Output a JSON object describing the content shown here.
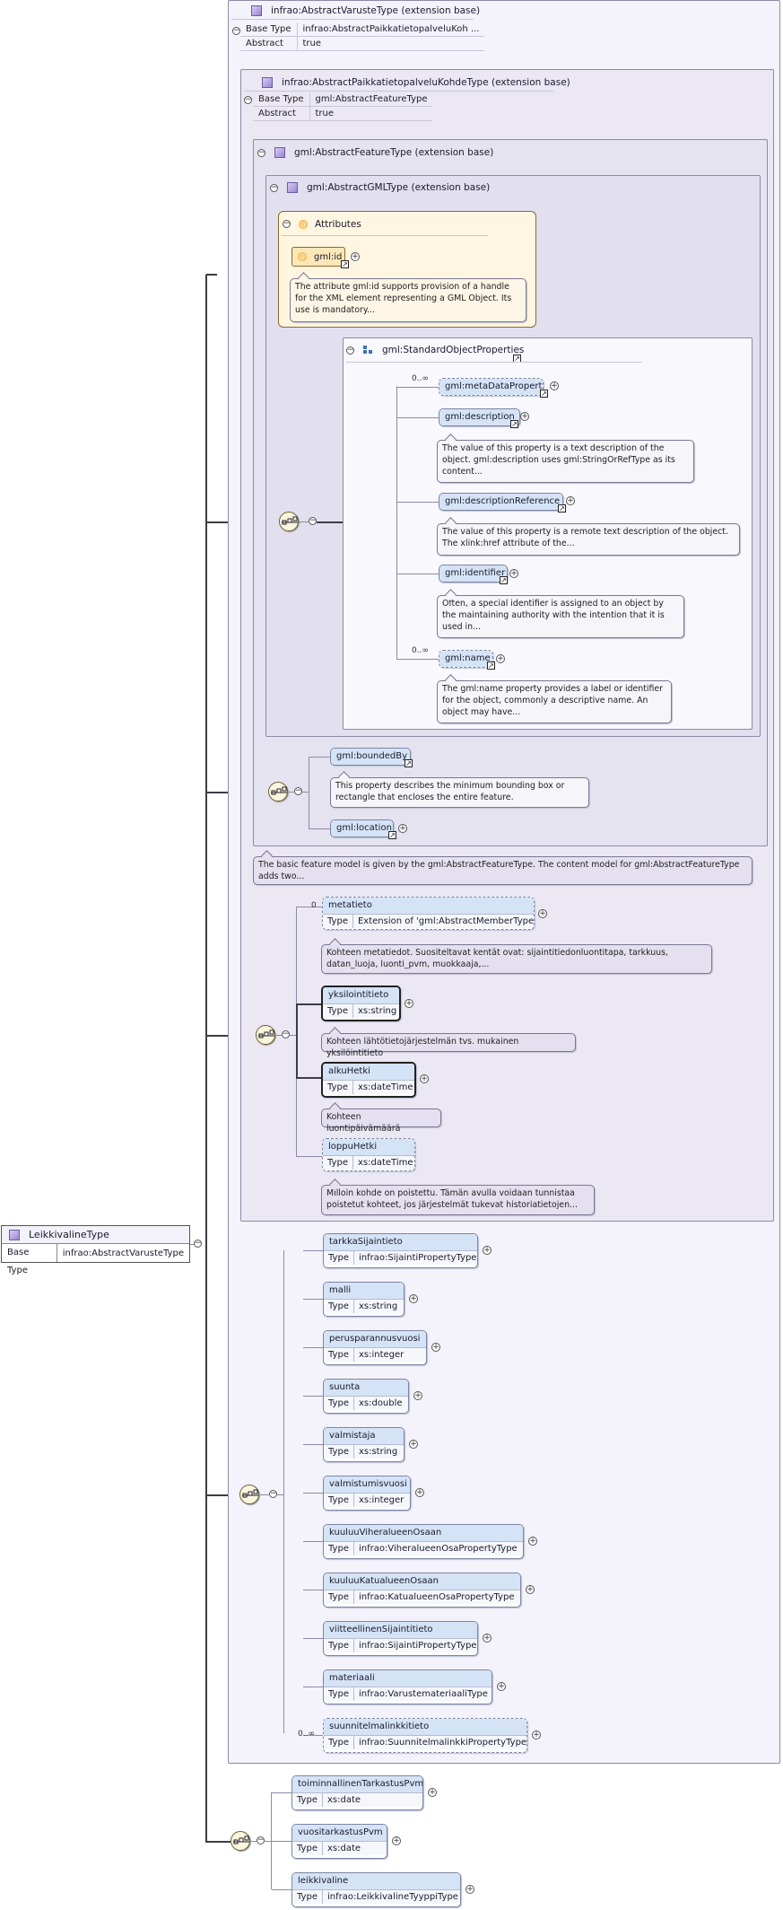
{
  "root": {
    "name": "LeikkivalineType",
    "base_type_label": "Base Type",
    "base_type": "infrao:AbstractVarusteType",
    "icon": "complex-type-icon"
  },
  "ext1": {
    "title": "infrao:AbstractVarusteType (extension base)",
    "props": [
      {
        "key": "Base Type",
        "value": "infrao:AbstractPaikkatietopalveluKoh ..."
      },
      {
        "key": "Abstract",
        "value": "true"
      }
    ]
  },
  "ext2": {
    "title": "infrao:AbstractPaikkatietopalveluKohdeType (extension base)",
    "props": [
      {
        "key": "Base Type",
        "value": "gml:AbstractFeatureType"
      },
      {
        "key": "Abstract",
        "value": "true"
      }
    ]
  },
  "ext3": {
    "title": "gml:AbstractFeatureType (extension base)",
    "doc": "The basic feature model is given by the gml:AbstractFeatureType. The content model for gml:AbstractFeatureType adds two..."
  },
  "ext4": {
    "title": "gml:AbstractGMLType (extension base)"
  },
  "attributes": {
    "title": "Attributes",
    "id_name": "gml:id",
    "id_doc": "The attribute gml:id supports provision of a handle for the XML element representing a GML Object. Its use is mandatory..."
  },
  "std_group": {
    "title": "gml:StandardObjectProperties",
    "elements": [
      {
        "name": "gml:metaDataProperty",
        "occurs": "0..∞",
        "doc": ""
      },
      {
        "name": "gml:description",
        "occurs": "",
        "doc": "The value of this property is a text description of the object. gml:description uses gml:StringOrRefType as its content..."
      },
      {
        "name": "gml:descriptionReference",
        "occurs": "",
        "doc": "The value of this property is a remote text description of the object. The xlink:href attribute of the..."
      },
      {
        "name": "gml:identifier",
        "occurs": "",
        "doc": "Often, a special identifier is assigned to an object by the maintaining authority with the intention that it is used in..."
      },
      {
        "name": "gml:name",
        "occurs": "0..∞",
        "doc": "The gml:name property provides a label or identifier for the object, commonly a descriptive name. An object may have..."
      }
    ]
  },
  "feature_elems": [
    {
      "name": "gml:boundedBy",
      "doc": "This property describes the minimum bounding box or rectangle that encloses the entire feature."
    },
    {
      "name": "gml:location",
      "doc": ""
    }
  ],
  "kohde_elems": [
    {
      "name": "metatieto",
      "occurs": "0",
      "type": "Extension of 'gml:AbstractMemberType'",
      "doc": "Kohteen metatiedot. Suositeltavat kentät ovat: sijaintitiedonluontitapa, tarkkuus, datan_luoja, luonti_pvm, muokkaaja,..."
    },
    {
      "name": "yksilointitieto",
      "occurs": "",
      "type": "xs:string",
      "doc": "Kohteen lähtötietojärjestelmän tvs. mukainen yksilöintitieto"
    },
    {
      "name": "alkuHetki",
      "occurs": "",
      "type": "xs:dateTime",
      "doc": "Kohteen luontipäivämäärä"
    },
    {
      "name": "loppuHetki",
      "occurs": "",
      "type": "xs:dateTime",
      "doc": "Milloin kohde on poistettu. Tämän avulla voidaan tunnistaa poistetut kohteet, jos järjestelmät tukevat historiatietojen..."
    }
  ],
  "varuste_elems": [
    {
      "name": "tarkkaSijaintieto",
      "type": "infrao:SijaintiPropertyType",
      "occurs": ""
    },
    {
      "name": "malli",
      "type": "xs:string",
      "occurs": ""
    },
    {
      "name": "perusparannusvuosi",
      "type": "xs:integer",
      "occurs": ""
    },
    {
      "name": "suunta",
      "type": "xs:double",
      "occurs": ""
    },
    {
      "name": "valmistaja",
      "type": "xs:string",
      "occurs": ""
    },
    {
      "name": "valmistumisvuosi",
      "type": "xs:integer",
      "occurs": ""
    },
    {
      "name": "kuuluuViheralueenOsaan",
      "type": "infrao:ViheralueenOsaPropertyType",
      "occurs": ""
    },
    {
      "name": "kuuluuKatualueenOsaan",
      "type": "infrao:KatualueenOsaPropertyType",
      "occurs": ""
    },
    {
      "name": "viitteellinenSijaintitieto",
      "type": "infrao:SijaintiPropertyType",
      "occurs": ""
    },
    {
      "name": "materiaali",
      "type": "infrao:VarustemateriaaliType",
      "occurs": ""
    },
    {
      "name": "suunnitelmalinkkitieto",
      "type": "infrao:SuunnitelmalinkkiPropertyType",
      "occurs": "0..∞"
    }
  ],
  "own_elems": [
    {
      "name": "toiminnallinenTarkastusPvm",
      "type": "xs:date"
    },
    {
      "name": "vuositarkastusPvm",
      "type": "xs:date"
    },
    {
      "name": "leikkivaline",
      "type": "infrao:LeikkivalineTyyppiType"
    }
  ],
  "labels": {
    "type": "Type",
    "collapse": "−",
    "expand": "+"
  },
  "colors": {
    "element_header": "#d5e3f6",
    "panel": "#f3f1f9",
    "attribute_box": "#fff6e1",
    "sequence": "#fbf6dd"
  }
}
